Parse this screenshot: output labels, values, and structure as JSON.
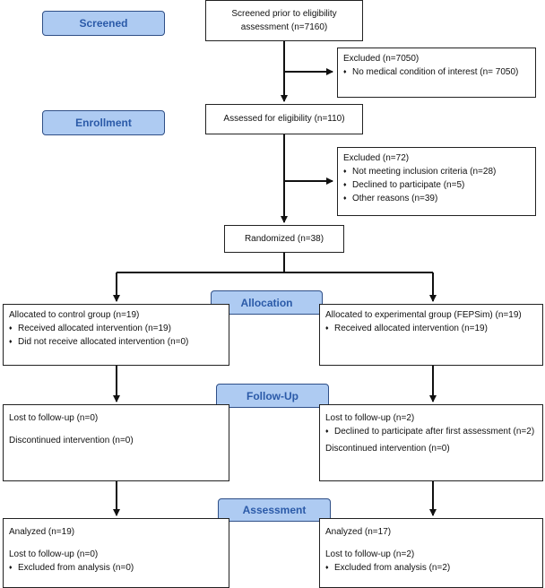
{
  "stages": {
    "screened": "Screened",
    "enrollment": "Enrollment",
    "allocation": "Allocation",
    "follow_up": "Follow-Up",
    "assessment": "Assessment"
  },
  "screened_box": "Screened prior to eligibility assessment (n=7160)",
  "excluded_screen": {
    "title": "Excluded (n=7050)",
    "items": [
      "No medical condition of interest (n= 7050)"
    ]
  },
  "assessed_box": "Assessed for eligibility (n=110)",
  "excluded_eligibility": {
    "title": "Excluded  (n=72)",
    "items": [
      "Not meeting inclusion criteria (n=28)",
      "Declined to participate (n=5)",
      "Other reasons (n=39)"
    ]
  },
  "randomized_box": "Randomized (n=38)",
  "allocation": {
    "control": {
      "title": "Allocated to control group (n=19)",
      "items": [
        "Received allocated intervention (n=19)",
        "Did not receive allocated intervention (n=0)"
      ]
    },
    "experimental": {
      "title": "Allocated to experimental group (FEPSim) (n=19)",
      "items": [
        "Received allocated intervention (n=19)"
      ]
    }
  },
  "follow_up": {
    "control": {
      "lost": "Lost to follow-up (n=0)",
      "discontinued": "Discontinued intervention (n=0)"
    },
    "experimental": {
      "lost": "Lost to follow-up (n=2)",
      "items": [
        "Declined to participate after first assessment (n=2)"
      ],
      "discontinued": "Discontinued intervention (n=0)"
    }
  },
  "assessment": {
    "control": {
      "analyzed": "Analyzed (n=19)",
      "lost": "Lost to follow-up (n=0)",
      "items": [
        "Excluded from analysis (n=0)"
      ]
    },
    "experimental": {
      "analyzed": "Analyzed (n=17)",
      "lost": "Lost to follow-up (n=2)",
      "items": [
        "Excluded from analysis (n=2)"
      ]
    }
  }
}
